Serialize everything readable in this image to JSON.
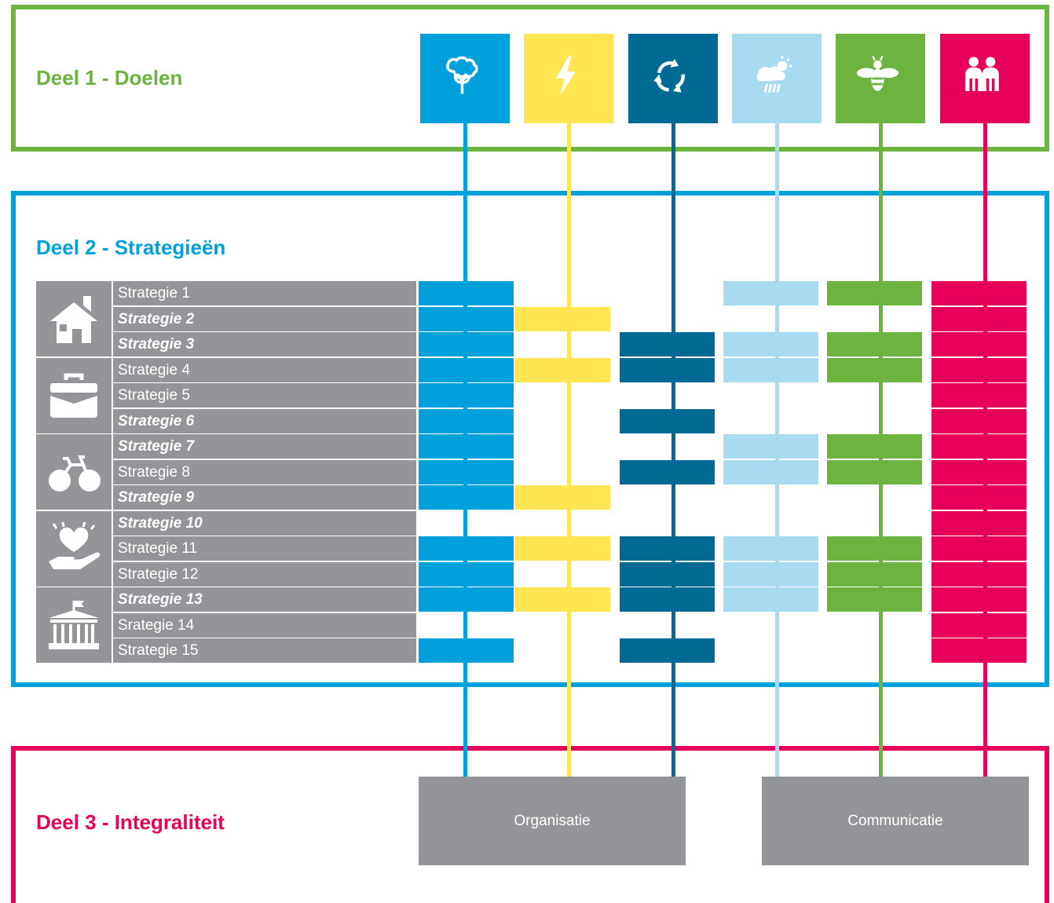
{
  "sections": {
    "goals_title": "Deel 1 - Doelen",
    "strategies_title": "Deel 2 - Strategieën",
    "integrality_title": "Deel 3 - Integraliteit"
  },
  "goals": [
    {
      "icon": "cotton-tree-icon",
      "color": "#00a0dc"
    },
    {
      "icon": "lightning-bolt-icon",
      "color": "#ffe552"
    },
    {
      "icon": "recycle-arrows-icon",
      "color": "#006a94"
    },
    {
      "icon": "rain-cloud-sun-icon",
      "color": "#a8daf1"
    },
    {
      "icon": "bee-icon",
      "color": "#6cb33f"
    },
    {
      "icon": "people-icon",
      "color": "#e6005a"
    }
  ],
  "categories": [
    {
      "icon": "house-icon"
    },
    {
      "icon": "briefcase-icon"
    },
    {
      "icon": "bicycle-icon"
    },
    {
      "icon": "heart-in-hand-icon"
    },
    {
      "icon": "government-building-icon"
    }
  ],
  "strategies": [
    {
      "label": "Strategie 1",
      "bold": false,
      "goals": [
        1,
        0,
        0,
        1,
        1,
        1
      ]
    },
    {
      "label": "Strategie 2",
      "bold": true,
      "goals": [
        1,
        1,
        0,
        0,
        0,
        1
      ]
    },
    {
      "label": "Strategie 3",
      "bold": true,
      "goals": [
        1,
        0,
        1,
        1,
        1,
        1
      ]
    },
    {
      "label": "Strategie 4",
      "bold": false,
      "goals": [
        1,
        1,
        1,
        1,
        1,
        1
      ]
    },
    {
      "label": "Strategie 5",
      "bold": false,
      "goals": [
        1,
        0,
        0,
        0,
        0,
        1
      ]
    },
    {
      "label": "Strategie 6",
      "bold": true,
      "goals": [
        1,
        0,
        1,
        0,
        0,
        1
      ]
    },
    {
      "label": "Strategie 7",
      "bold": true,
      "goals": [
        1,
        0,
        0,
        1,
        1,
        1
      ]
    },
    {
      "label": "Strategie 8",
      "bold": false,
      "goals": [
        1,
        0,
        1,
        1,
        1,
        1
      ]
    },
    {
      "label": "Strategie 9",
      "bold": true,
      "goals": [
        1,
        1,
        0,
        0,
        0,
        1
      ]
    },
    {
      "label": "Strategie 10",
      "bold": true,
      "goals": [
        0,
        0,
        0,
        0,
        0,
        1
      ]
    },
    {
      "label": "Strategie 11",
      "bold": false,
      "goals": [
        1,
        1,
        1,
        1,
        1,
        1
      ]
    },
    {
      "label": "Strategie 12",
      "bold": false,
      "goals": [
        1,
        0,
        1,
        1,
        1,
        1
      ]
    },
    {
      "label": "Strategie 13",
      "bold": true,
      "goals": [
        1,
        1,
        1,
        1,
        1,
        1
      ]
    },
    {
      "label": "Srategie 14",
      "bold": false,
      "goals": [
        0,
        0,
        0,
        0,
        0,
        1
      ]
    },
    {
      "label": "Strategie 15",
      "bold": false,
      "goals": [
        1,
        0,
        1,
        0,
        0,
        1
      ]
    }
  ],
  "integrality": [
    {
      "label": "Organisatie"
    },
    {
      "label": "Communicatie"
    }
  ]
}
